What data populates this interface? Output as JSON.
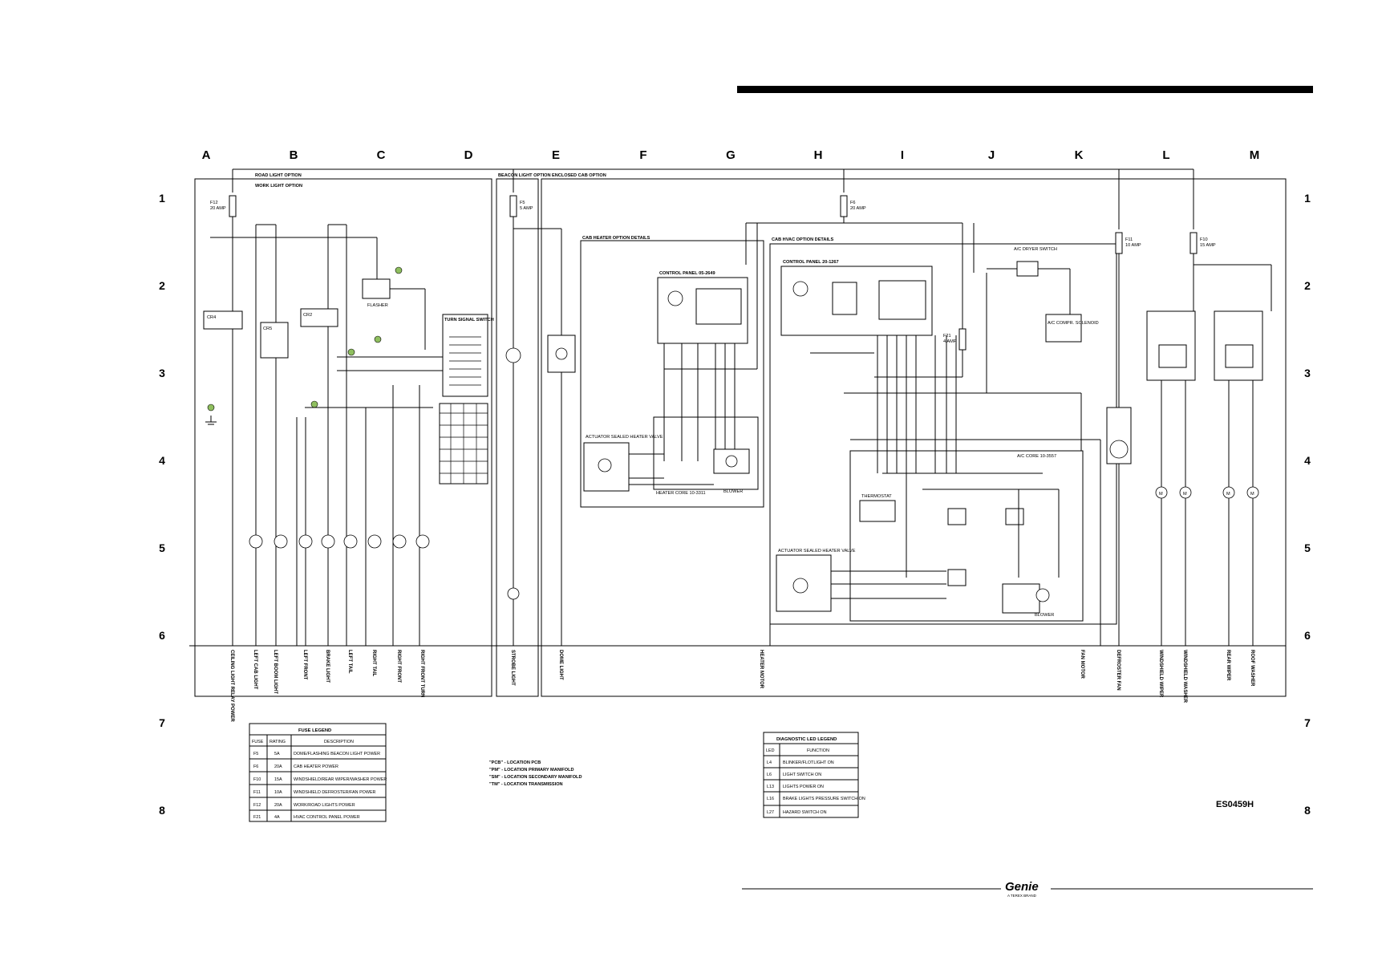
{
  "grid": {
    "columns": [
      "A",
      "B",
      "C",
      "D",
      "E",
      "F",
      "G",
      "H",
      "I",
      "J",
      "K",
      "L",
      "M"
    ],
    "rows": [
      "1",
      "2",
      "3",
      "4",
      "5",
      "6",
      "7",
      "8"
    ]
  },
  "options": {
    "road_light": "ROAD LIGHT OPTION",
    "work_light": "WORK LIGHT OPTION",
    "beacon_light": "BEACON LIGHT OPTION",
    "enclosed_cab": "ENCLOSED CAB OPTION",
    "cab_heater_details": "CAB HEATER OPTION DETAILS",
    "cab_hvac_details": "CAB HVAC OPTION DETAILS"
  },
  "fuses": [
    {
      "id": "F12",
      "rating": "20 AMP"
    },
    {
      "id": "F5",
      "rating": "5 AMP"
    },
    {
      "id": "F6",
      "rating": "20 AMP"
    },
    {
      "id": "F11",
      "rating": "10 AMP"
    },
    {
      "id": "F10",
      "rating": "15 AMP"
    },
    {
      "id": "F21",
      "rating": "4 AMP"
    }
  ],
  "components": {
    "turn_signal_switch": "TURN SIGNAL SWITCH",
    "flasher": "FLASHER",
    "thermostat": "THERMOSTAT",
    "blower": "BLOWER",
    "heater_core": "HEATER CORE 10-3311",
    "ac_core": "A/C CORE 10-3557",
    "ac_dryer_switch": "A/C DRYER SWITCH",
    "ac_compressor": "A/C COMPR. SOLENOID",
    "control_panel_heater": "CONTROL PANEL 05-2649",
    "control_panel_hvac": "CONTROL PANEL 20-1267",
    "actuator_heater": "ACTUATOR SEALED HEATER VALVE",
    "actuator_hvac": "ACTUATOR SEALED HEATER VALVE",
    "wiper_motor": "WIPER MOTOR"
  },
  "loads": [
    "CEILING LIGHT RELAY POWER",
    "LEFT CAB LIGHT",
    "LEFT BOOM LIGHT",
    "LEFT FRONT",
    "BRAKE LIGHT",
    "LEFT TAIL",
    "RIGHT TAIL",
    "RIGHT FRONT",
    "RIGHT FRONT TURN",
    "STROBE LIGHT",
    "DOME LIGHT",
    "HEATER MOTOR",
    "FAN MOTOR",
    "DEFROSTER FAN",
    "WINDSHIELD WIPER",
    "WINDSHIELD WASHER",
    "REAR WIPER",
    "ROOF WASHER"
  ],
  "fuse_legend": {
    "title": "FUSE LEGEND",
    "headers": [
      "FUSE",
      "RATING",
      "DESCRIPTION"
    ],
    "rows": [
      [
        "F5",
        "5A",
        "DOME/FLASHING BEACON LIGHT POWER"
      ],
      [
        "F6",
        "20A",
        "CAB HEATER POWER"
      ],
      [
        "F10",
        "15A",
        "WINDSHIELD/REAR WIPER/WASHER POWER"
      ],
      [
        "F11",
        "10A",
        "WINDSHIELD DEFROSTER/FAN POWER"
      ],
      [
        "F12",
        "20A",
        "WORK/ROAD LIGHTS POWER"
      ],
      [
        "F21",
        "4A",
        "HVAC CONTROL PANEL POWER"
      ]
    ]
  },
  "location_notes": [
    "\"PCB\" - LOCATION PCB",
    "\"PM\" - LOCATION PRIMARY MANIFOLD",
    "\"SM\" - LOCATION SECONDARY MANIFOLD",
    "\"TM\" - LOCATION TRANSMISSION"
  ],
  "led_legend": {
    "title": "DIAGNOSTIC LED LEGEND",
    "headers": [
      "LED",
      "FUNCTION"
    ],
    "rows": [
      [
        "L4",
        "BLINKER/FLOTLIGHT ON"
      ],
      [
        "L6",
        "LIGHT SWITCH ON"
      ],
      [
        "L13",
        "LIGHTS POWER ON"
      ],
      [
        "L16",
        "BRAKE LIGHTS PRESSURE SWITCH ON"
      ],
      [
        "L27",
        "HAZARD SWITCH ON"
      ]
    ]
  },
  "drawing_number": "ES0459H",
  "brand": "Genie",
  "brand_sub": "A TEREX BRAND"
}
